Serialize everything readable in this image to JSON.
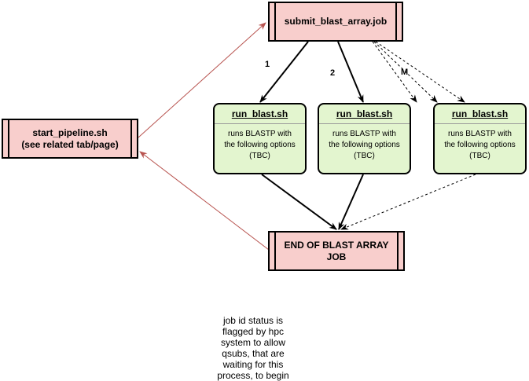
{
  "nodes": {
    "submit_job": {
      "label": "submit_blast_array.job"
    },
    "start_pipeline": {
      "label": "start_pipeline.sh\n(see related tab/page)"
    },
    "end_job": {
      "label": "END OF BLAST ARRAY\nJOB"
    },
    "run_blast": [
      {
        "title": "run_blast.sh",
        "body": "runs BLASTP with\nthe following options\n(TBC)"
      },
      {
        "title": "run_blast.sh",
        "body": "runs BLASTP with\nthe following options\n(TBC)"
      },
      {
        "title": "run_blast.sh",
        "body": "runs BLASTP with\nthe following options\n(TBC)"
      }
    ]
  },
  "edge_labels": {
    "one": "1",
    "two": "2",
    "m": "M"
  },
  "note": "job id status is\nflagged by hpc\nsystem to allow\nqsubs, that are\nwaiting for this\nprocess, to begin",
  "colors": {
    "process_fill": "#f8cecc",
    "card_fill": "#e3f5cf",
    "feedback_edge": "#b85450",
    "edge": "#000000"
  }
}
